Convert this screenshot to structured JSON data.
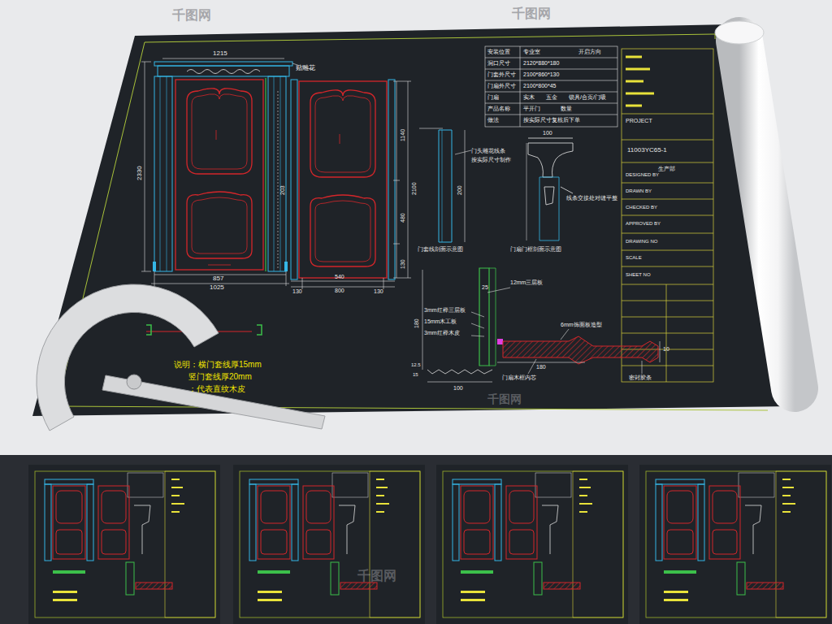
{
  "diagram": {
    "labels": [
      "1215",
      "贴雕花",
      "2330",
      "857",
      "1025",
      "130",
      "540",
      "130",
      "800",
      "1140",
      "2100",
      "480",
      "130",
      "203",
      "安装位置",
      "专业室",
      "开启方向",
      "洞口尺寸",
      "2120*880*180",
      "门套外尺寸",
      "2100*860*130",
      "门扇外尺寸",
      "2100*800*45",
      "门扇",
      "实木",
      "五金",
      "锁具/合页/门吸",
      "产品名称",
      "平开门",
      "数量",
      "做法",
      "按实际尺寸复核后下单",
      "PROJECT",
      "11003YC65-1",
      "生产部",
      "DESIGNED BY",
      "DRAWN BY",
      "CHECKED BY",
      "APPROVED BY",
      "DRAWING NO",
      "SCALE",
      "SHEET NO",
      "门套线剖面示意图",
      "门扇门框剖面示意图",
      "门头雕花线条",
      "按实际尺寸制作",
      "线条交接处对缝平整",
      "100",
      "200",
      "12mm三层板",
      "3mm红榉三层板",
      "15mm木工板",
      "3mm红榉木皮",
      "6mm饰面板造型",
      "门扇木框内芯",
      "密封胶条",
      "180",
      "25",
      "100",
      "180",
      "12.5",
      "15",
      "10",
      "说明：横门套线厚15mm",
      "竖门套线厚20mm",
      "：代表直纹木皮",
      "千图网",
      "千图网",
      "千图网",
      "千图网"
    ]
  }
}
